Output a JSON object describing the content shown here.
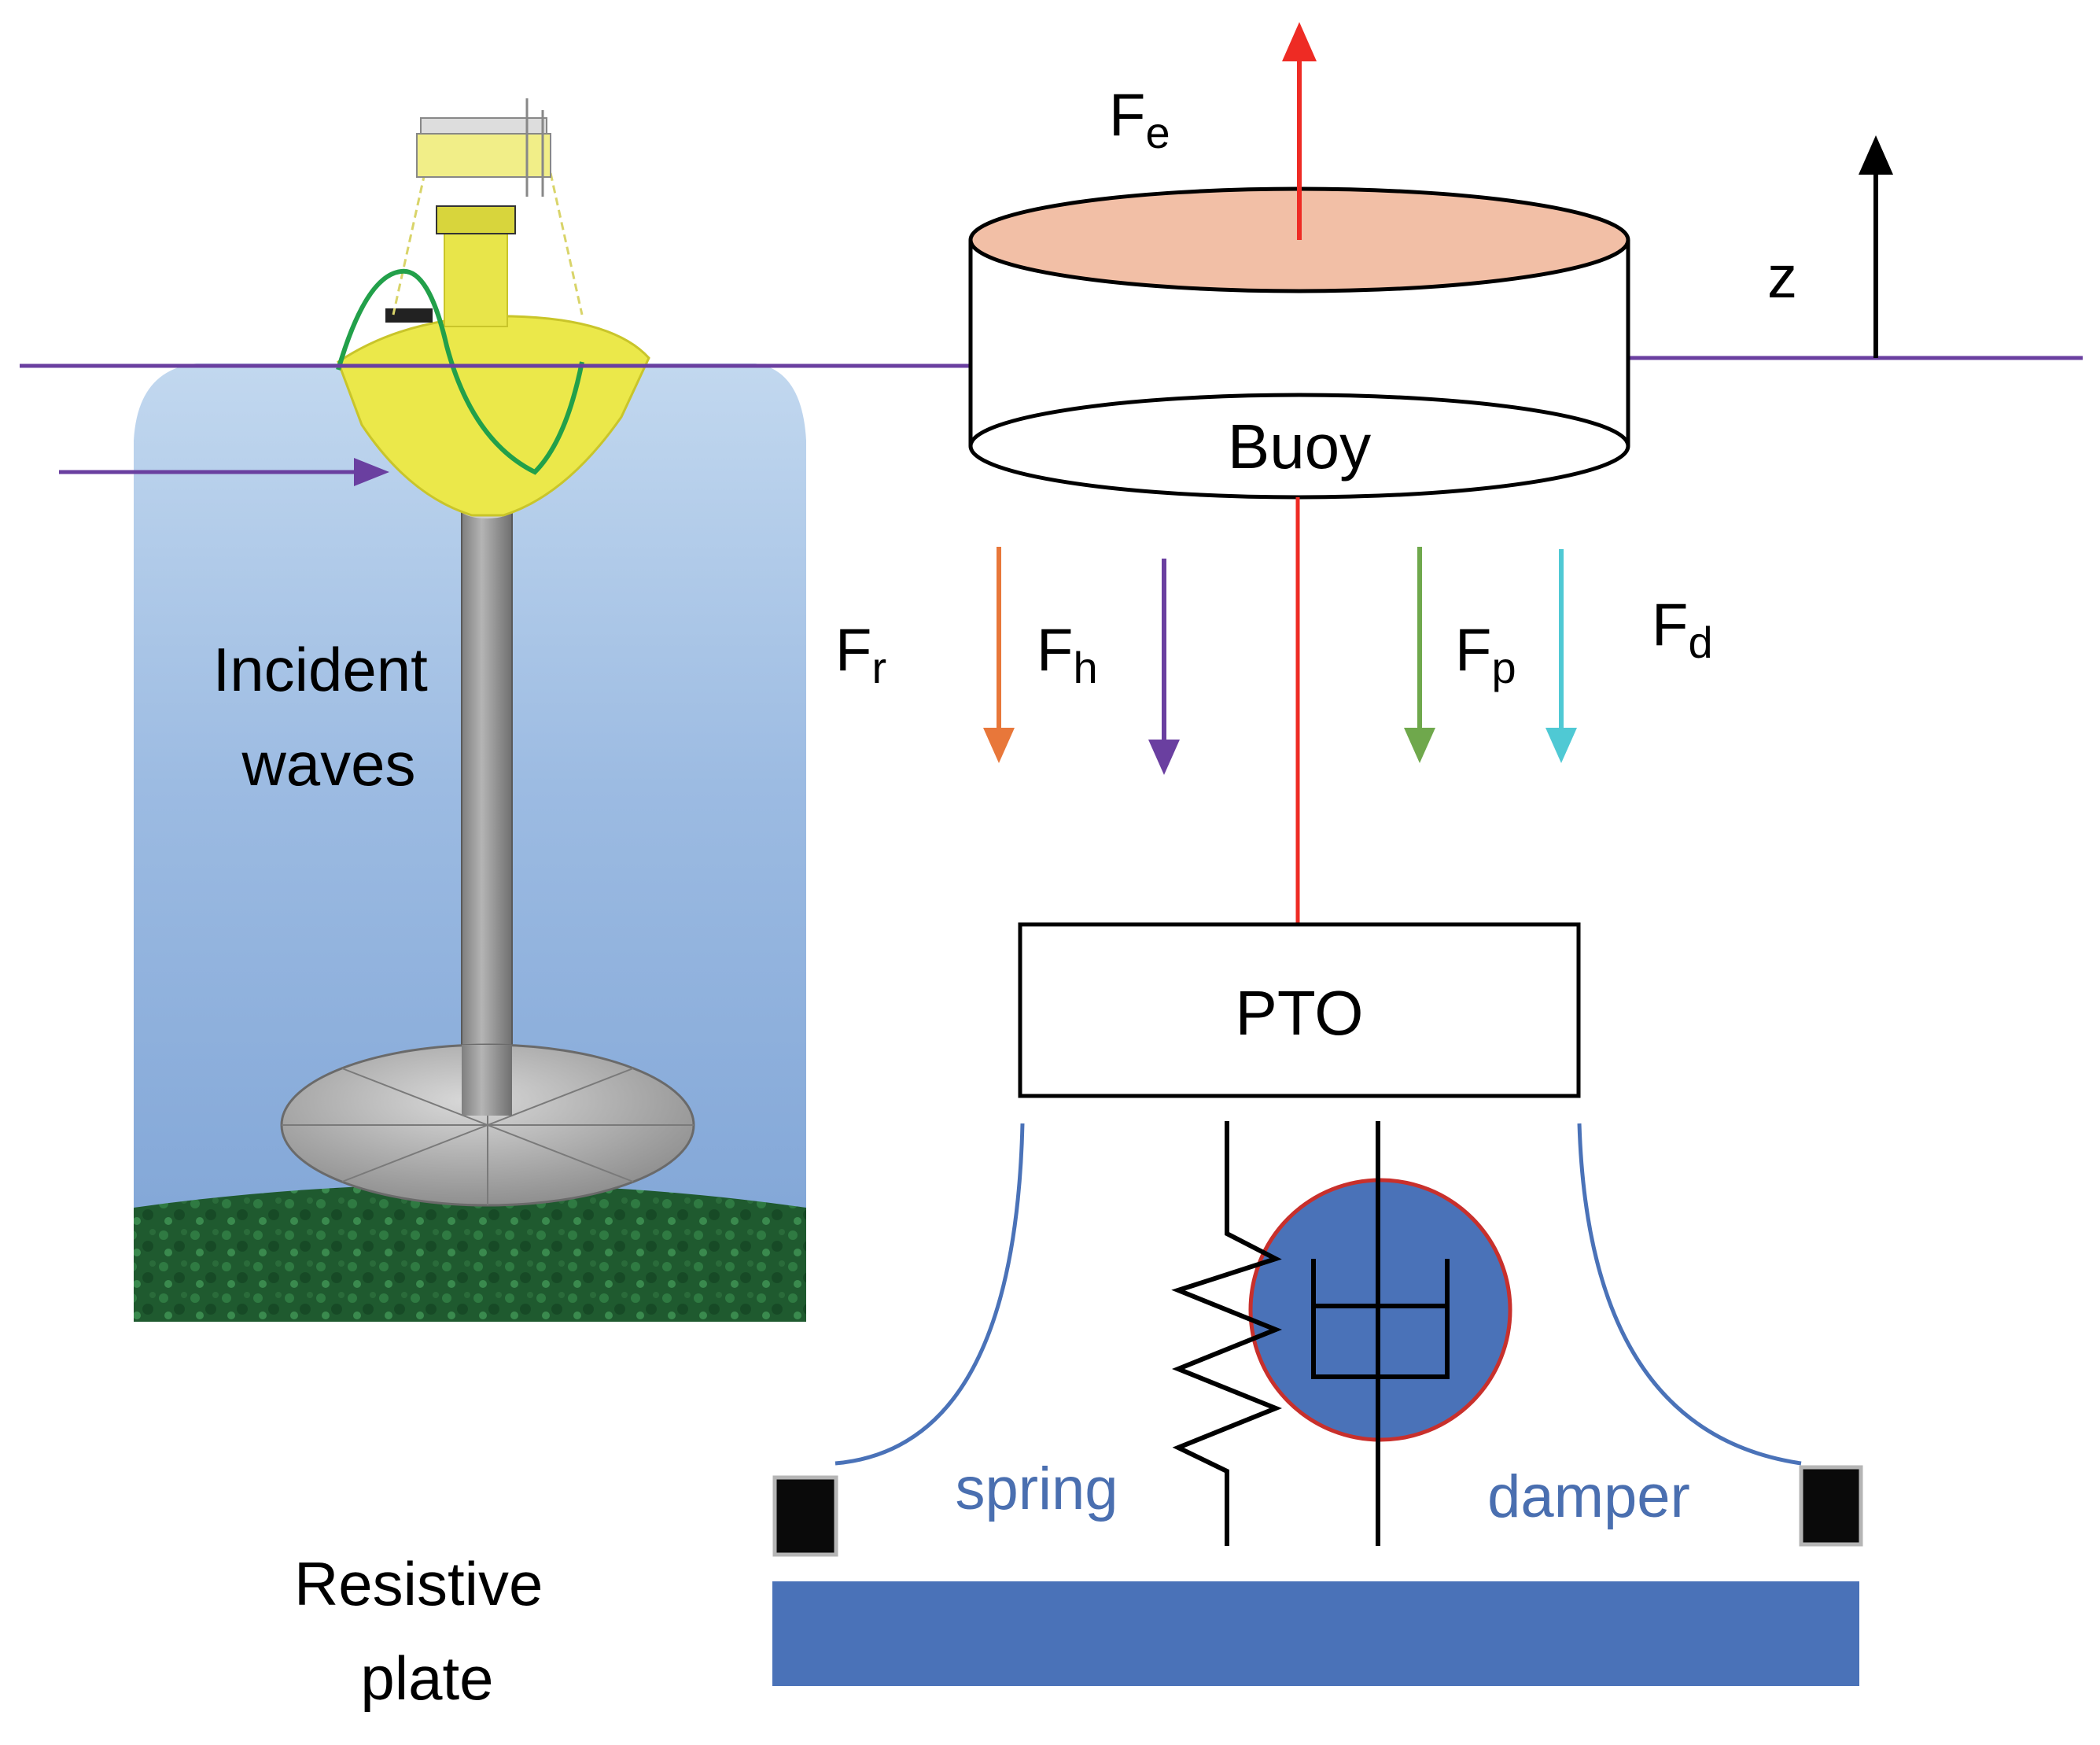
{
  "labels": {
    "incident_line1": "Incident",
    "incident_line2": "waves",
    "resistive_line1": "Resistive",
    "resistive_line2": "plate",
    "buoy": "Buoy",
    "pto": "PTO",
    "spring": "spring",
    "damper": "damper",
    "z_axis": "z"
  },
  "forces": {
    "fe": {
      "main": "F",
      "sub": "e"
    },
    "fr": {
      "main": "F",
      "sub": "r"
    },
    "fh": {
      "main": "F",
      "sub": "h"
    },
    "fp": {
      "main": "F",
      "sub": "p"
    },
    "fd": {
      "main": "F",
      "sub": "d"
    }
  },
  "colors": {
    "water_line": "#6a3fa0",
    "buoy_top": "#f2bfa6",
    "fe_arrow": "#ee2b24",
    "fr_arrow": "#e8773a",
    "fh_arrow": "#6a3fa0",
    "fp_arrow": "#6fa84c",
    "fd_arrow": "#4fc9d4",
    "tether": "#ee2b24",
    "damper_fill": "#4a72b8",
    "damper_ring": "#c8302c",
    "plate": "#4a72b8",
    "cable": "#4a72b8",
    "sea": "#9cbbe0",
    "seabed": "#1f5a2f",
    "buoy_device": "#ebe84a"
  }
}
